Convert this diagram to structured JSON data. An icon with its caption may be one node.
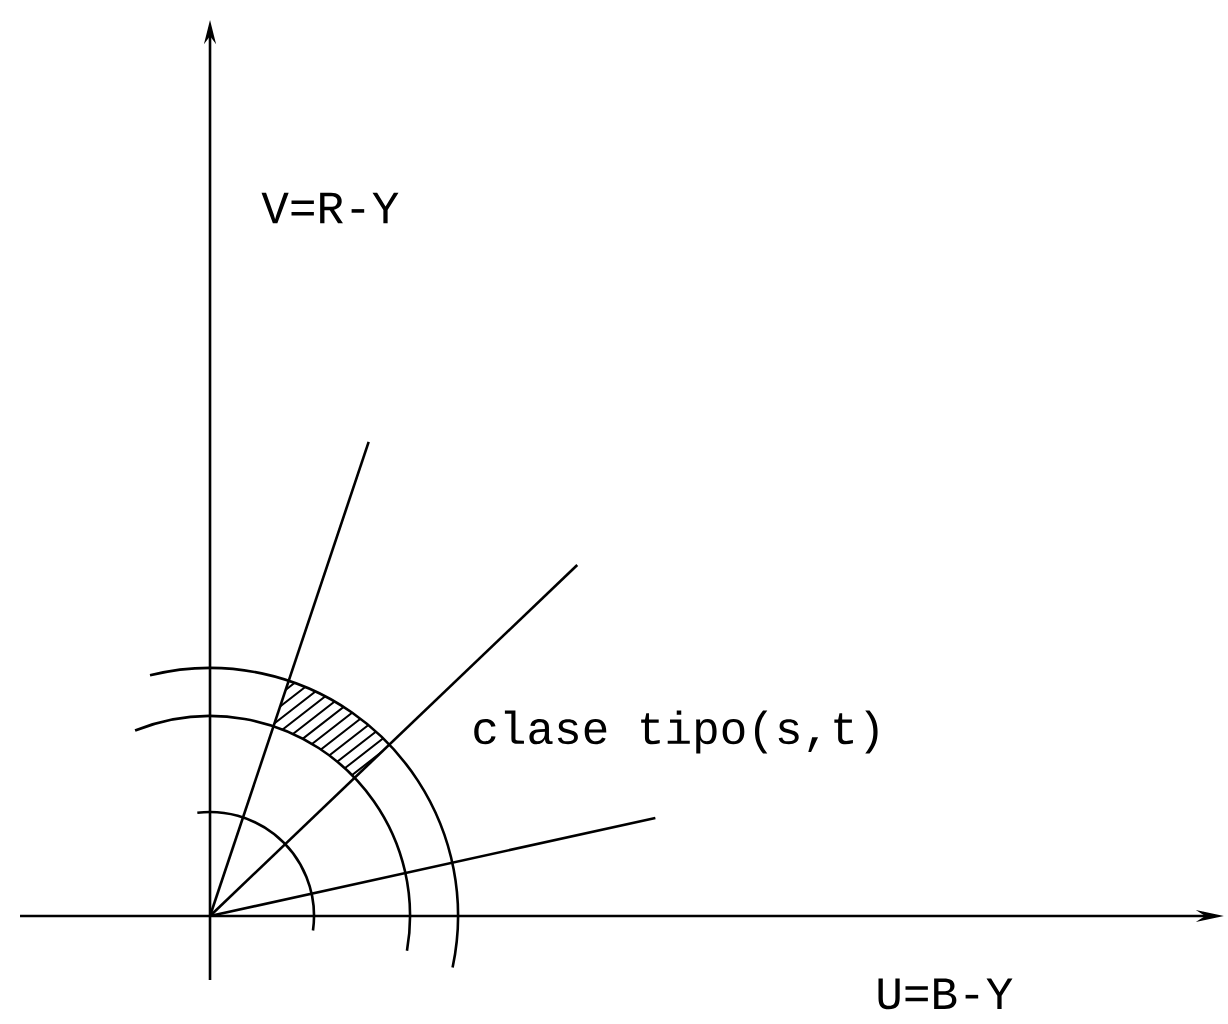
{
  "diagram": {
    "labels": [
      "V=R-Y",
      "clase tipo(s,t)",
      "U=B-Y"
    ]
  }
}
